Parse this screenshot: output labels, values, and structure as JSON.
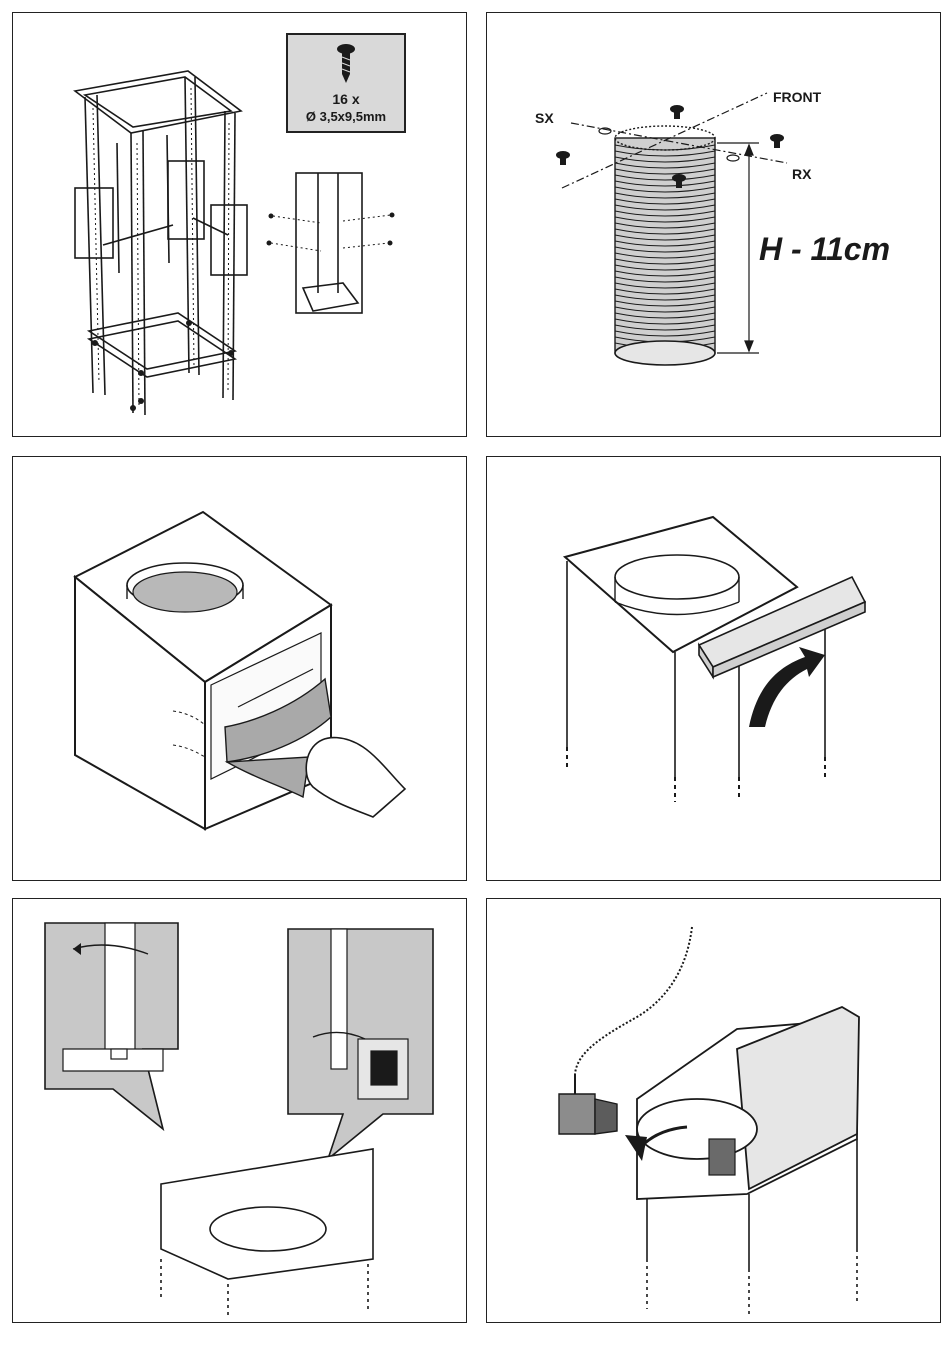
{
  "panel1": {
    "screw_quantity": "16 x",
    "screw_size": "Ø 3,5x9,5mm",
    "icon": "screw-icon"
  },
  "panel2": {
    "label_front": "FRONT",
    "label_sx": "SX",
    "label_rx": "RX",
    "height_label": "H - 11cm"
  },
  "colors": {
    "line": "#1a1a1a",
    "fill_grey": "#c8c8c8",
    "light_grey": "#e6e6e6"
  }
}
